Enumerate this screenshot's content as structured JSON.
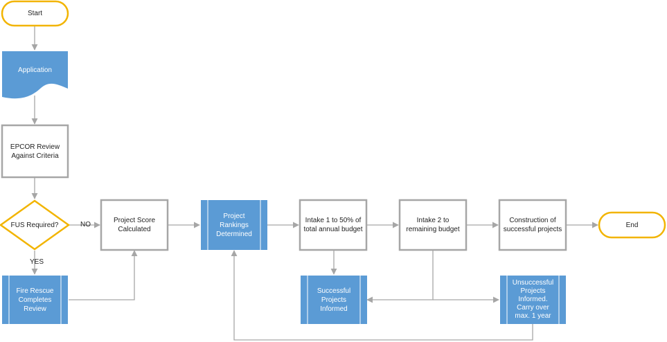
{
  "colors": {
    "terminal_stroke": "#f2b400",
    "process_stroke": "#a6a6a6",
    "blue_fill": "#5b9bd5",
    "blue_divider": "#ffffff",
    "connector": "#a6a6a6",
    "text": "#222222",
    "text_on_blue": "#ffffff"
  },
  "nodes": {
    "start": "Start",
    "application": "Application",
    "epcor_review": "EPCOR Review\nAgainst Criteria",
    "fus_required": "FUS Required?",
    "fire_rescue": "Fire Rescue\nCompletes\nReview",
    "project_score": "Project Score\nCalculated",
    "project_rankings": "Project\nRankings\nDetermined",
    "intake1": "Intake 1 to 50% of\ntotal annual budget",
    "intake2": "Intake 2 to\nremaining budget",
    "construction": "Construction of\nsuccessful projects",
    "end": "End",
    "successful": "Successful\nProjects\nInformed",
    "unsuccessful": "Unsuccessful\nProjects\nInformed.\nCarry over\nmax. 1 year"
  },
  "edge_labels": {
    "no": "NO",
    "yes": "YES"
  }
}
